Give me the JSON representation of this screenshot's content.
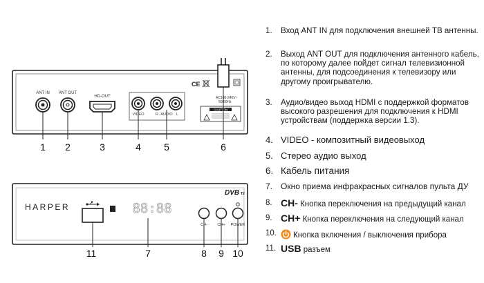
{
  "rear_panel": {
    "labels": {
      "ant_in": "ANT IN",
      "ant_out": "ANT OUT",
      "hd_out": "HD-OUT",
      "video": "VIDEO",
      "r": "R",
      "audio": "AUDIO",
      "l": "L",
      "ce": "CE",
      "power_rating": "AC100-240V~",
      "power_freq": "50/60Hz",
      "caution": "CAUTION"
    },
    "callouts": [
      "1",
      "2",
      "3",
      "4",
      "5",
      "6"
    ]
  },
  "front_panel": {
    "brand": "HARPER",
    "display": "88:88",
    "usb_symbol": "⭠",
    "dvb_logo": "DVB",
    "dvb_sub": "T2",
    "buttons": {
      "ch_minus": "CH-",
      "ch_plus": "CH+",
      "power": "POWER"
    },
    "callouts": [
      "11",
      "7",
      "8",
      "9",
      "10"
    ]
  },
  "legend": [
    {
      "num": "1.",
      "text": "Вход ANT IN для подключения внешней ТВ антенны."
    },
    {
      "num": "2.",
      "text": "Выход ANT OUT для подключения антенного кабель, по которому далее пойдет сигнал телевизионной антенны, для подсоединения к телевизору или другому проигрывателю."
    },
    {
      "num": "3.",
      "text": "Аудио/видео выход HDMI с поддержкой форматов высокого разрешения для подключения к HDMI устройствам (поддержка версии 1.3)."
    },
    {
      "num": "4.",
      "label": "VIDEO",
      "text": " - композитный видеовыход"
    },
    {
      "num": "5.",
      "text": "Стерео аудио выход"
    },
    {
      "num": "6.",
      "text": "Кабель питания"
    },
    {
      "num": "7.",
      "text": "Окно приема инфракрасных сигналов пульта ДУ"
    },
    {
      "num": "8.",
      "label": "CH-",
      "text": " Кнопка переключения на предыдущий канал"
    },
    {
      "num": "9.",
      "label": "CH+",
      "text": " Кнопка переключения на следующий канал"
    },
    {
      "num": "10.",
      "text": "Кнопка включения / выключения прибора"
    },
    {
      "num": "11.",
      "label": "USB",
      "text": " разъем"
    }
  ]
}
